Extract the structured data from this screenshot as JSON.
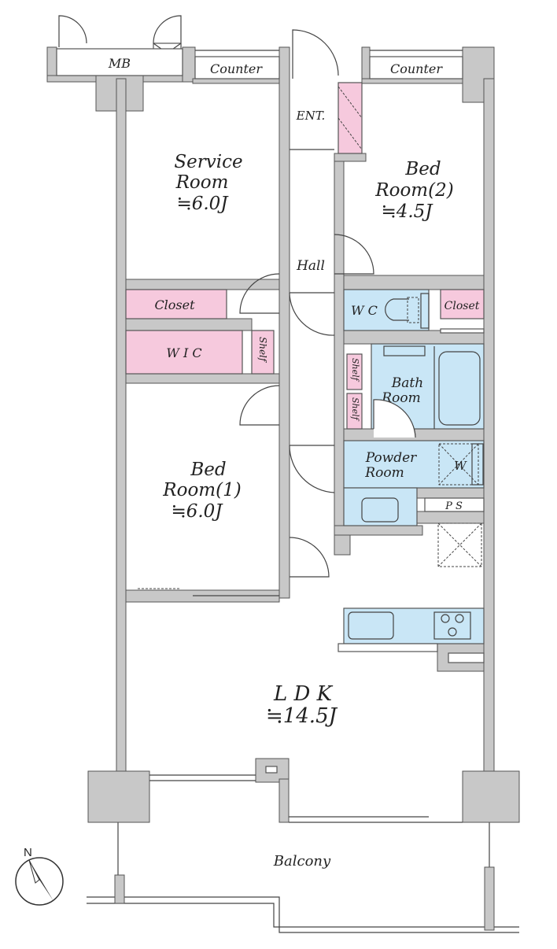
{
  "plan": {
    "rooms": {
      "mb": "MB",
      "counter_left": "Counter",
      "counter_right": "Counter",
      "entrance": "ENT.",
      "service_room": {
        "line1": "Service",
        "line2": "Room",
        "size": "≒6.0J"
      },
      "bedroom2": {
        "line1": "Bed",
        "line2": "Room(2)",
        "size": "≒4.5J"
      },
      "hall": "Hall",
      "closet_left": "Closet",
      "closet_right": "Closet",
      "wc": "W C",
      "wic": "W I C",
      "shelf_wic": "Shelf",
      "shelf1": "Shelf",
      "shelf2": "Shelf",
      "bath": {
        "line1": "Bath",
        "line2": "Room"
      },
      "powder": {
        "line1": "Powder",
        "line2": "Room"
      },
      "washer": "W",
      "ps": "P S",
      "bedroom1": {
        "line1": "Bed",
        "line2": "Room(1)",
        "size": "≒6.0J"
      },
      "ldk": {
        "line1": "L D K",
        "size": "≒14.5J"
      },
      "balcony": "Balcony"
    },
    "compass": "N",
    "colors": {
      "wall": "#c8c8c8",
      "storage": "#f6c9dd",
      "wet": "#c9e6f6"
    }
  }
}
